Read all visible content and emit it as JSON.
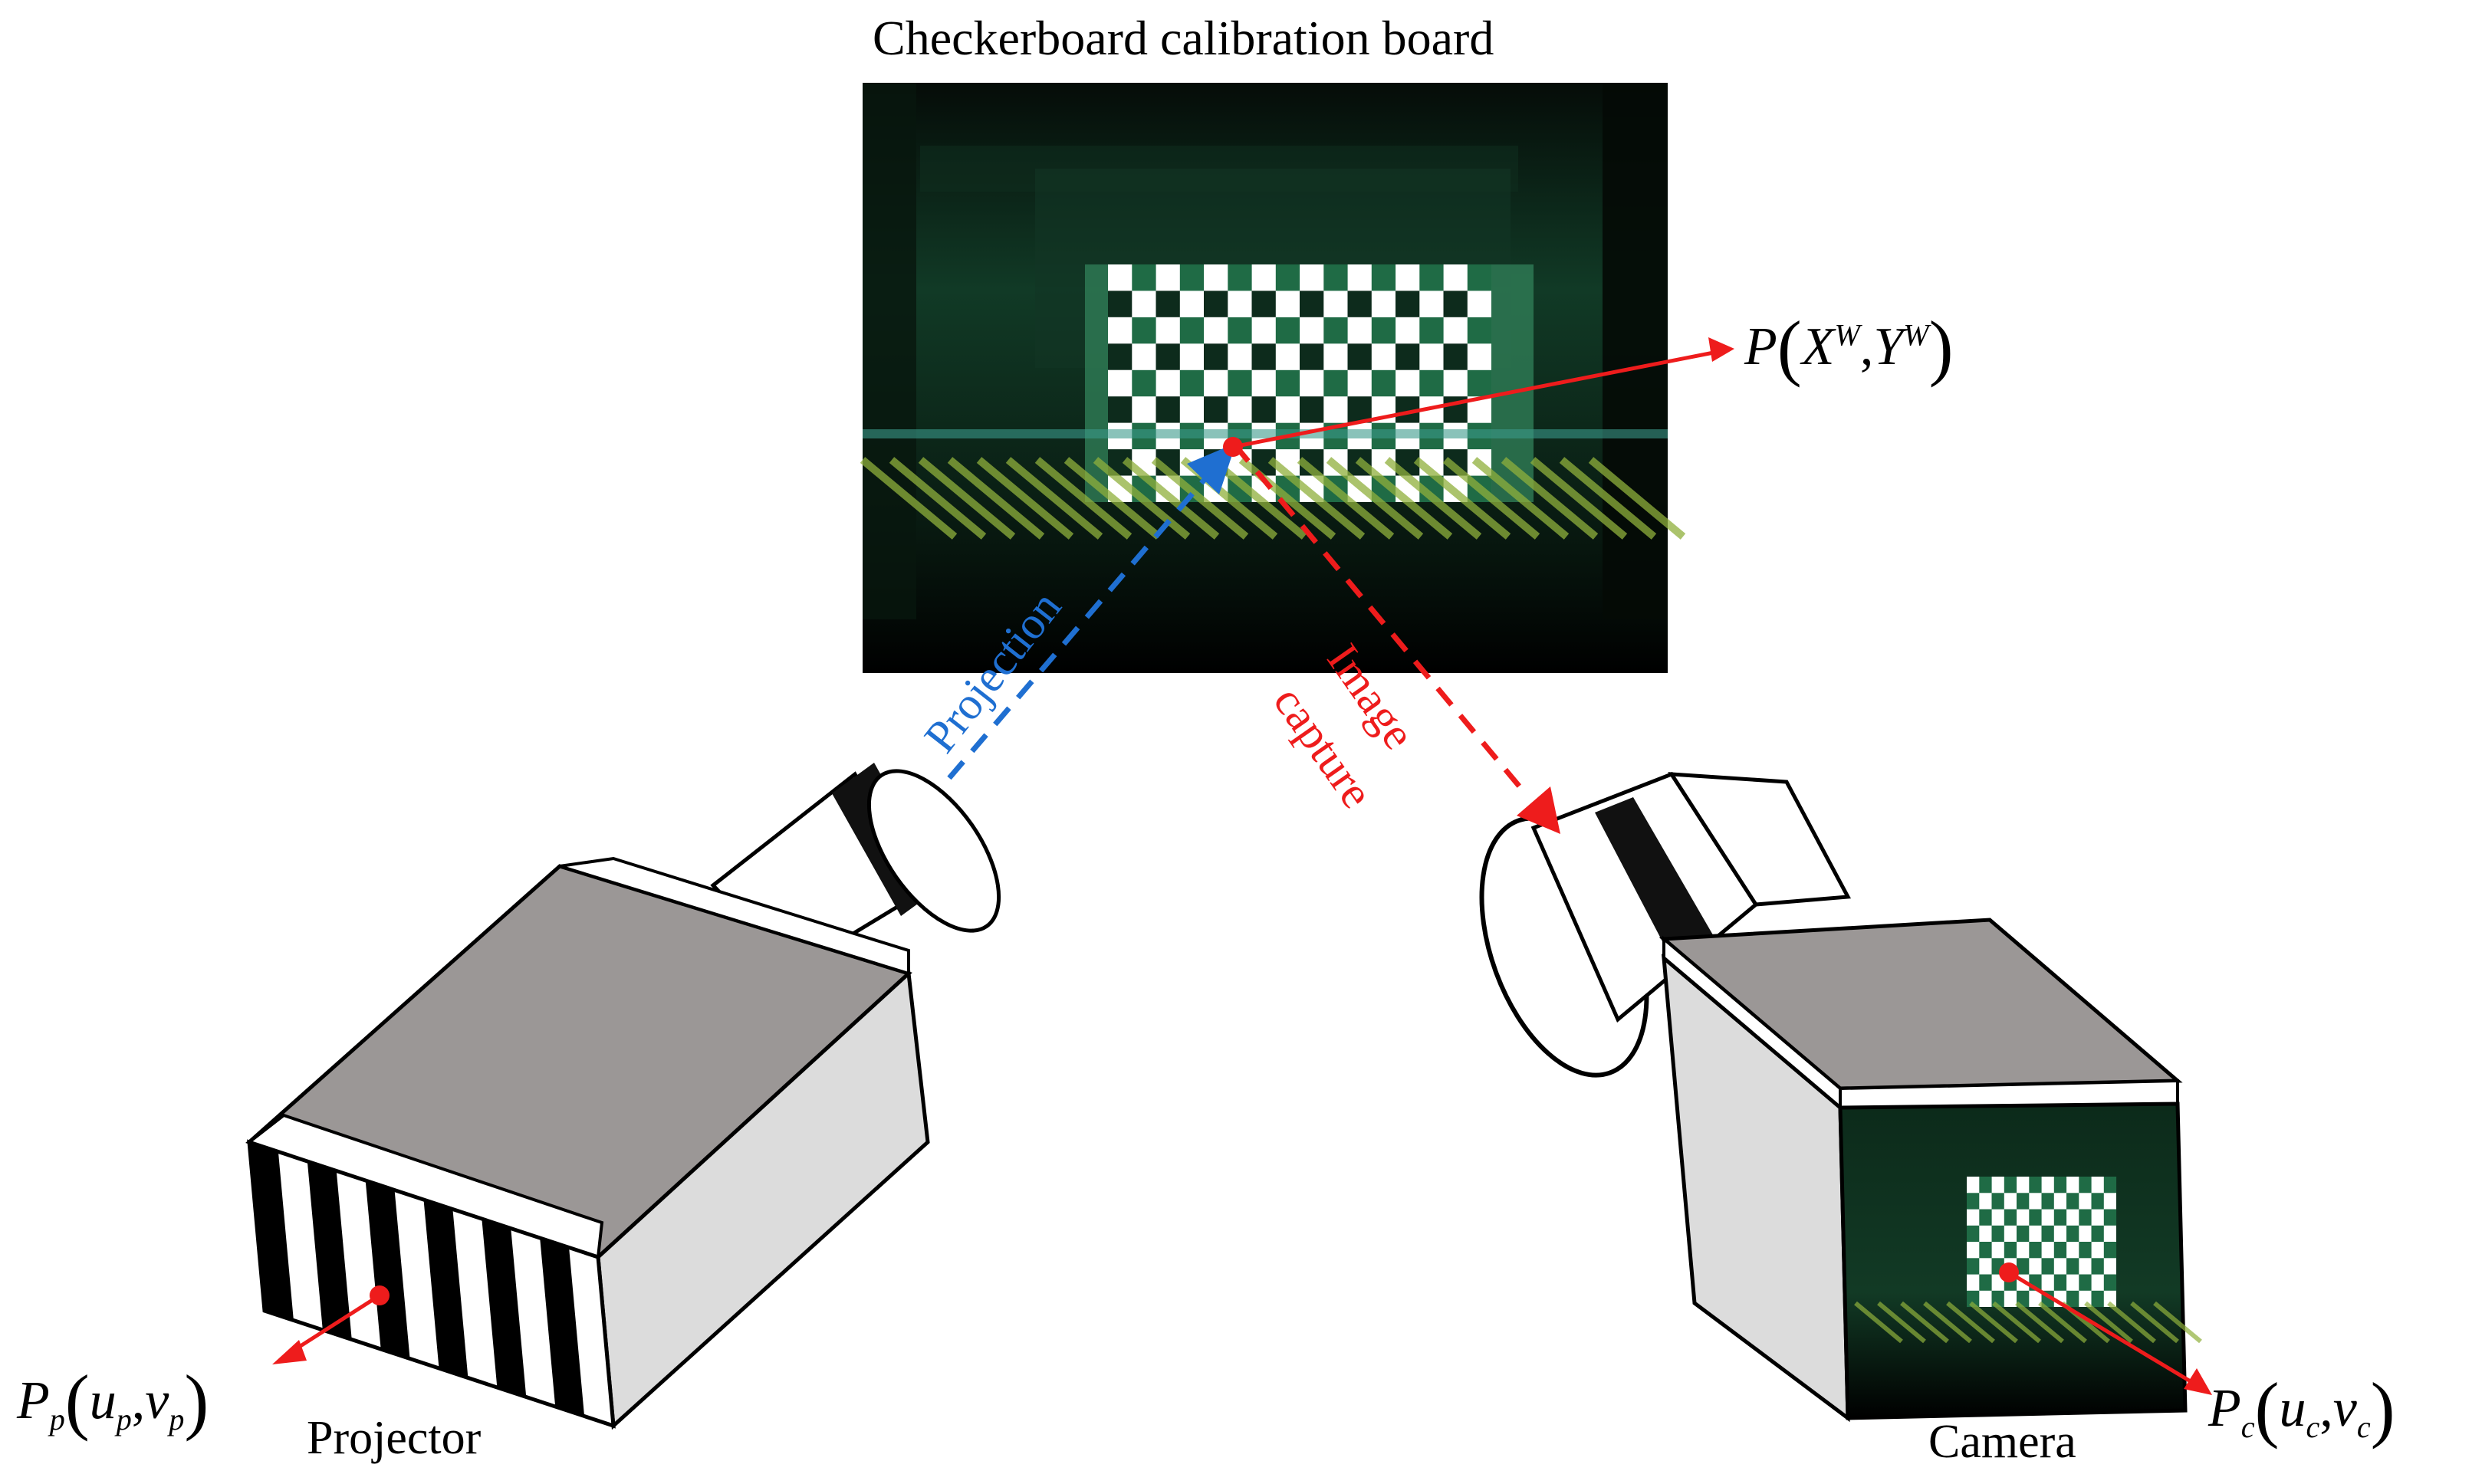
{
  "title": "Checkerboard calibration board",
  "labels": {
    "projector": "Projector",
    "camera": "Camera",
    "projection": "Projection",
    "image_line1": "Image",
    "image_line2": "capture"
  },
  "formulas": {
    "world_point": {
      "P": "P",
      "X": "X",
      "Xsup": "W",
      "comma": ",",
      "Y": "Y",
      "Ysup": "W"
    },
    "projector_point": {
      "P": "P",
      "Psub": "p",
      "u": "u",
      "usub": "p",
      "comma": ",",
      "v": "v",
      "vsub": "p"
    },
    "camera_point": {
      "P": "P",
      "Psub": "c",
      "u": "u",
      "usub": "c",
      "comma": ",",
      "v": "v",
      "vsub": "c"
    }
  },
  "colors": {
    "projection_arrow": "#1f6fd1",
    "capture_arrow": "#ee1c1c",
    "point_marker": "#ee1c1c",
    "device_top": "#9b9796",
    "device_side": "#dcdcdc",
    "board_background": "#0b1f14",
    "board_green": "#1f6b45"
  },
  "icons": [
    "projector-icon",
    "camera-icon",
    "checkerboard-photo"
  ]
}
